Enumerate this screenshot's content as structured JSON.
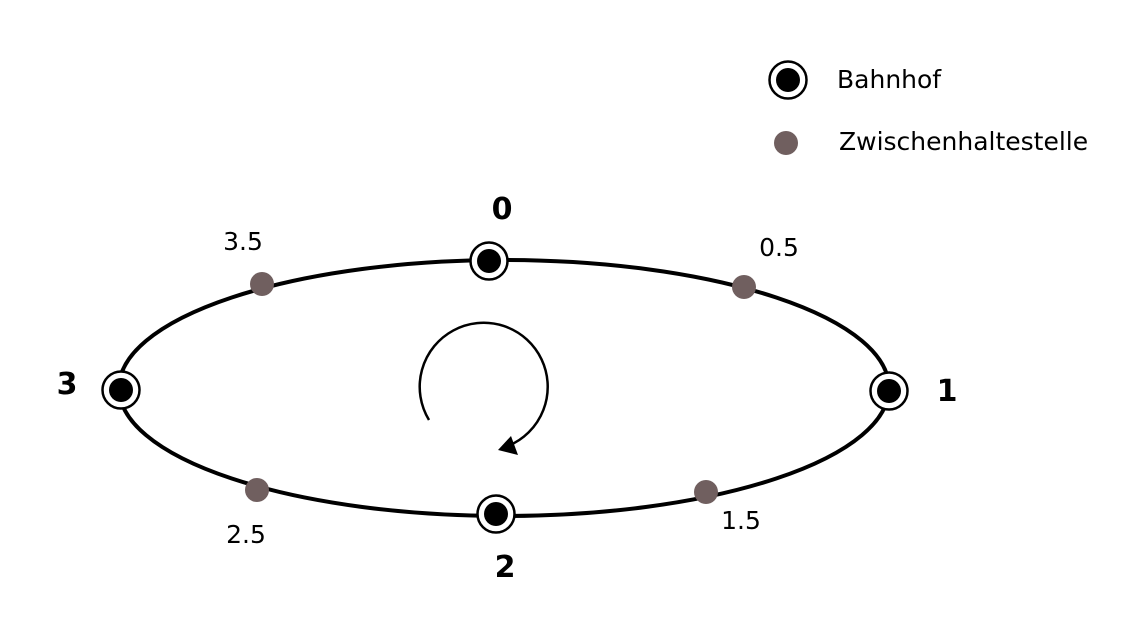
{
  "legend": {
    "station_label": "Bahnhof",
    "stop_label": "Zwischenhaltestelle"
  },
  "stations": [
    {
      "label": "0"
    },
    {
      "label": "1"
    },
    {
      "label": "2"
    },
    {
      "label": "3"
    }
  ],
  "stops": [
    {
      "label": "0.5"
    },
    {
      "label": "1.5"
    },
    {
      "label": "2.5"
    },
    {
      "label": "3.5"
    }
  ],
  "direction": "clockwise",
  "colors": {
    "line": "#000000",
    "station_fill": "#000000",
    "stop_fill": "#705f5f"
  }
}
